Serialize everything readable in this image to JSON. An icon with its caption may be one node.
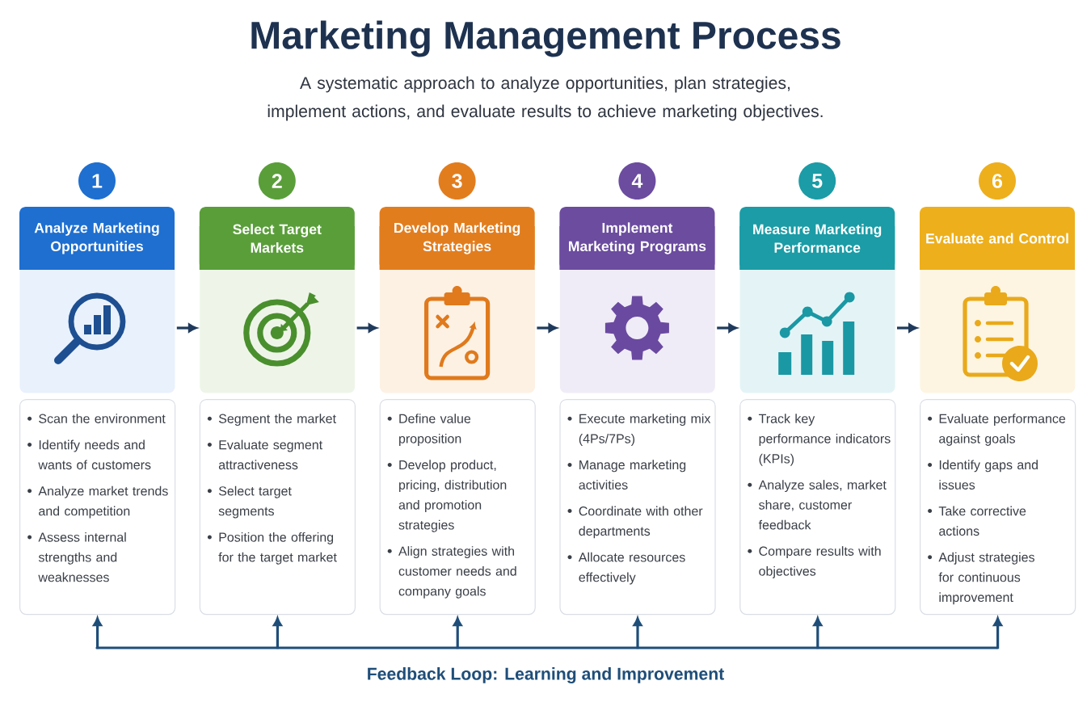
{
  "diagram": {
    "title": "Marketing Management Process",
    "nodes": [
      {
        "text": [
          "1"
        ]
      },
      {
        "text": [
          "Analyze Marketing Opportunities"
        ]
      },
      {
        "text": [
          "Scan the environment",
          "Identify needs and wants of customers",
          "Analyze market trends and competition",
          "Assess internal strengths and weaknesses"
        ]
      },
      {
        "text": [
          "2"
        ]
      },
      {
        "text": [
          "Select Target Markets"
        ]
      },
      {
        "text": [
          "Segment the market",
          "Evaluate segment attractiveness",
          "Select target segments",
          "Position the offering for the target market"
        ]
      },
      {
        "text": [
          "3"
        ]
      },
      {
        "text": [
          "Develop Marketing Strategies"
        ]
      },
      {
        "text": [
          "Define value proposition",
          "Develop product, pricing, distribution and promotion strategies",
          "Align strategies with customer needs and company goals"
        ]
      },
      {
        "text": [
          "4"
        ]
      },
      {
        "text": [
          "Implement Marketing Programs"
        ]
      },
      {
        "text": [
          "Execute marketing mix (4Ps/7Ps)",
          "Manage marketing activities",
          "Coordinate with other departments",
          "Allocate resources effectively"
        ]
      },
      {
        "text": [
          "5"
        ]
      },
      {
        "text": [
          "Measure Marketing Performance"
        ]
      },
      {
        "text": [
          "Track key performance indicators (KPIs)",
          "Analyze sales, market share, customer feedback",
          "Compare results with objectives"
        ]
      },
      {
        "text": [
          "6"
        ]
      },
      {
        "text": [
          "Evaluate and Control"
        ]
      },
      {
        "text": [
          "Evaluate performance against goals",
          "Identify gaps and issues",
          "Take corrective actions",
          "Adjust strategies for continuous improvement"
        ]
      }
    ],
    "edges": [
      {
        "from": 1,
        "to": 4,
        "arrow": "to"
      },
      {
        "from": 4,
        "to": 7,
        "arrow": "to"
      },
      {
        "from": 7,
        "to": 10,
        "arrow": "to"
      },
      {
        "from": 10,
        "to": 13,
        "arrow": "to"
      },
      {
        "from": 13,
        "to": 16,
        "arrow": "to"
      },
      {
        "from": null,
        "to": 2,
        "arrow": "to"
      },
      {
        "from": null,
        "to": 5,
        "arrow": "to"
      },
      {
        "from": null,
        "to": 8,
        "arrow": "to"
      },
      {
        "from": null,
        "to": 11,
        "arrow": "to"
      },
      {
        "from": null,
        "to": 14,
        "arrow": "to"
      },
      {
        "from": null,
        "to": 17,
        "arrow": "to"
      }
    ],
    "labels": [
      "A systematic approach to analyze opportunities, plan strategies, implement actions, and evaluate results to achieve marketing objectives.",
      "Feedback Loop: Learning and Improvement"
    ]
  }
}
